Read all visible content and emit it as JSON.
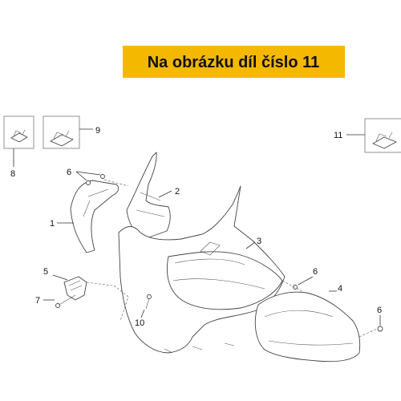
{
  "banner": {
    "text": "Na obrázku díl číslo 11",
    "color": "#f5b800"
  },
  "callouts": [
    {
      "id": "c1",
      "label": "1"
    },
    {
      "id": "c2",
      "label": "2"
    },
    {
      "id": "c3",
      "label": "3"
    },
    {
      "id": "c4",
      "label": "4"
    },
    {
      "id": "c5",
      "label": "5"
    },
    {
      "id": "c6a",
      "label": "6"
    },
    {
      "id": "c6b",
      "label": "6"
    },
    {
      "id": "c6c",
      "label": "6"
    },
    {
      "id": "c7",
      "label": "7"
    },
    {
      "id": "c8",
      "label": "8"
    },
    {
      "id": "c9",
      "label": "9"
    },
    {
      "id": "c10",
      "label": "10"
    },
    {
      "id": "c11",
      "label": "11"
    }
  ]
}
